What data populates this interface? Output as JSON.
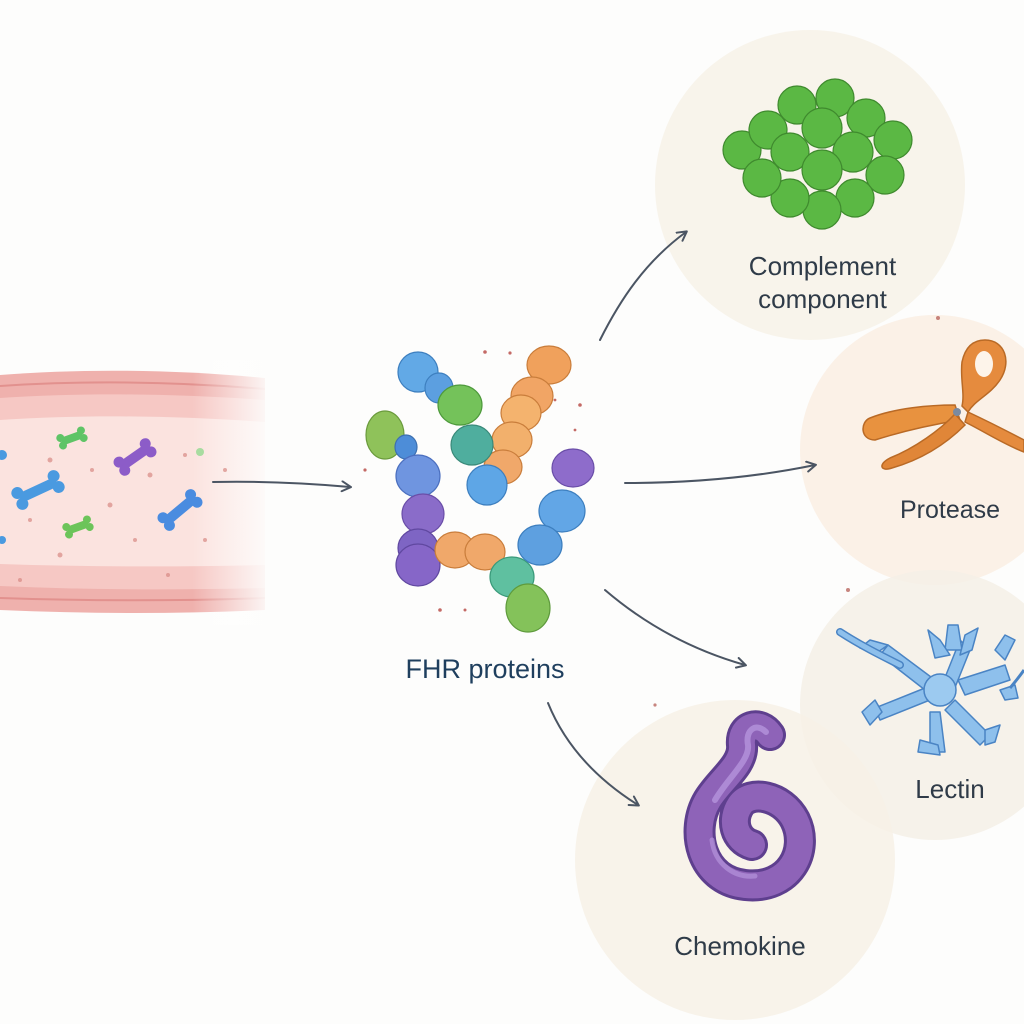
{
  "diagram": {
    "center_label": "FHR proteins",
    "targets": {
      "complement": {
        "line1": "Complement",
        "line2": "component"
      },
      "protease": "Protease",
      "lectin": "Lectin",
      "chemokine": "Chemokine"
    }
  },
  "colors": {
    "vessel": "#f2a7a4",
    "green": "#6cbb43",
    "blue": "#6fb0e4",
    "purple": "#8b6cc4",
    "orange": "#e8a064",
    "protease": "#e08a3c",
    "lectin": "#8cc0ea",
    "chemokine": "#8e63b8",
    "arrow": "#4b5563",
    "text": "#2f3b48",
    "center_text": "#1f3f5e"
  }
}
